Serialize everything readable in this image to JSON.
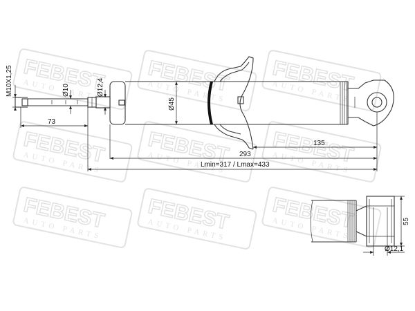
{
  "watermark": {
    "brand": "FEBEST",
    "sub": "AUTO PARTS"
  },
  "dimensions": {
    "thread": "M10X1,25",
    "rod_dia": "Ø10",
    "collar_dia": "Ø12,4",
    "body_dia": "Ø45",
    "rod_length": "73",
    "spring_seat_to_eye": "293",
    "eye_length": "135",
    "total_length": "Lmin=317 / Lmax=433",
    "eye_height": "55",
    "eye_bore": "Ø12,1"
  }
}
